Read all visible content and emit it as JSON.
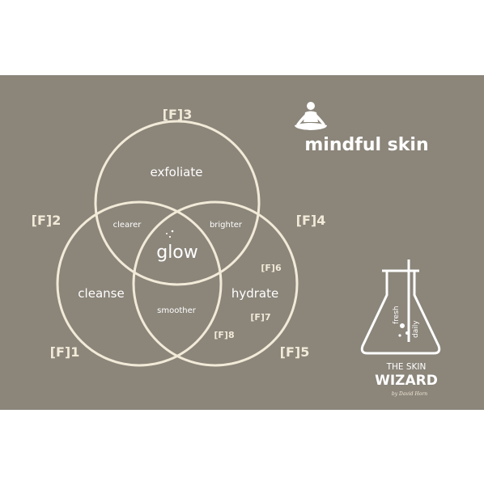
{
  "colors": {
    "background": "#8b857a",
    "cream": "#f2ead8",
    "white": "#ffffff"
  },
  "brand": {
    "title": "mindful skin",
    "icon": "meditating-person-icon"
  },
  "venn": {
    "circles": [
      {
        "label": "exfoliate"
      },
      {
        "label": "cleanse"
      },
      {
        "label": "hydrate"
      }
    ],
    "overlaps": {
      "top_left": "clearer",
      "top_right": "brighter",
      "bottom": "smoother",
      "center": "glow"
    },
    "formulas": [
      "[F]1",
      "[F]2",
      "[F]3",
      "[F]4",
      "[F]5",
      "[F]6",
      "[F]7",
      "[F]8"
    ]
  },
  "logo": {
    "icon": "flask-icon",
    "flask_text_1": "fresh",
    "flask_text_2": "daily",
    "line1": "THE SKIN",
    "line2": "WIZARD",
    "signature": "by David Horn"
  }
}
